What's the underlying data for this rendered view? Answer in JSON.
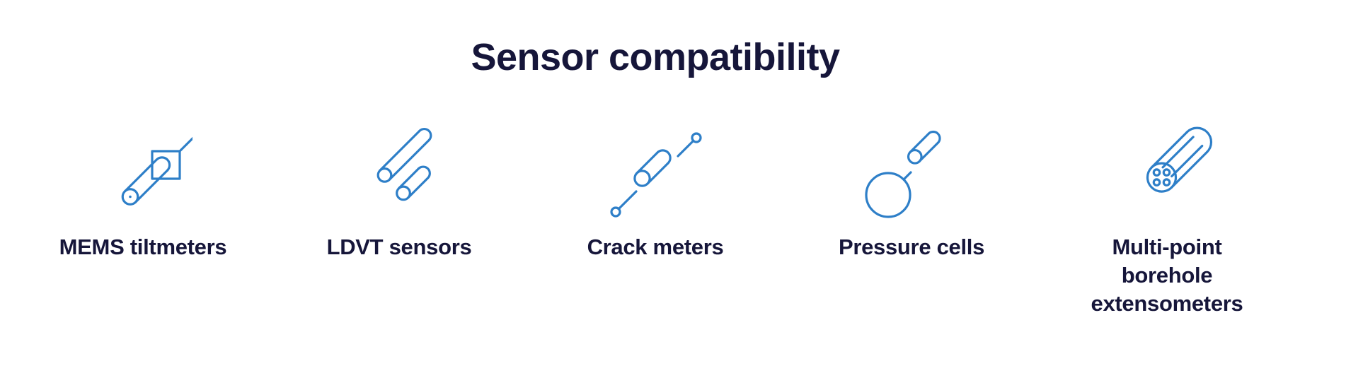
{
  "page": {
    "title": "Sensor compatibility"
  },
  "sensors": [
    {
      "label": "MEMS tiltmeters",
      "icon": "mems-tiltmeter-icon"
    },
    {
      "label": "LDVT sensors",
      "icon": "ldvt-sensor-icon"
    },
    {
      "label": "Crack meters",
      "icon": "crack-meter-icon"
    },
    {
      "label": "Pressure cells",
      "icon": "pressure-cell-icon"
    },
    {
      "label": "Multi-point borehole extensometers",
      "icon": "borehole-extensometer-icon"
    }
  ],
  "colors": {
    "icon_stroke": "#2e7fc8",
    "text": "#16163a",
    "background": "#ffffff"
  }
}
